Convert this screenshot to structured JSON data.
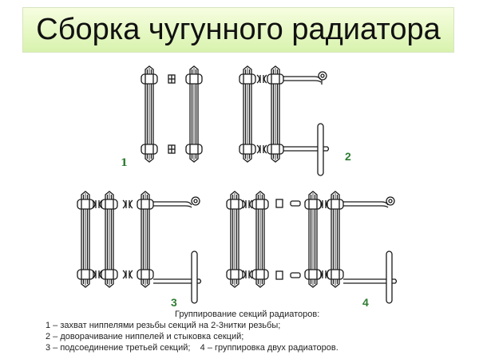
{
  "title": "Сборка чугунного радиатора",
  "figures": [
    {
      "label": "1",
      "description": "захват ниппелями резьбы секций"
    },
    {
      "label": "2",
      "description": "доворачивание ниппелей и стыковка секций"
    },
    {
      "label": "3",
      "description": "подсоединение третьей секций"
    },
    {
      "label": "4",
      "description": "группировка двух радиаторов"
    }
  ],
  "caption": {
    "heading": "Группирование секций радиаторов:",
    "lines": [
      "1 – захват ниппелями резьбы секций на 2-3нитки резьбы;",
      "2 – доворачивание ниппелей и стыковка секций;",
      "3 – подсоединение третьей секций;    4 – группировка двух радиаторов."
    ]
  },
  "colors": {
    "title_bg_top": "#f6fde0",
    "title_bg_bottom": "#d8f2ae",
    "figure_label": "#2e7d32",
    "line": "#1a1a1a"
  }
}
